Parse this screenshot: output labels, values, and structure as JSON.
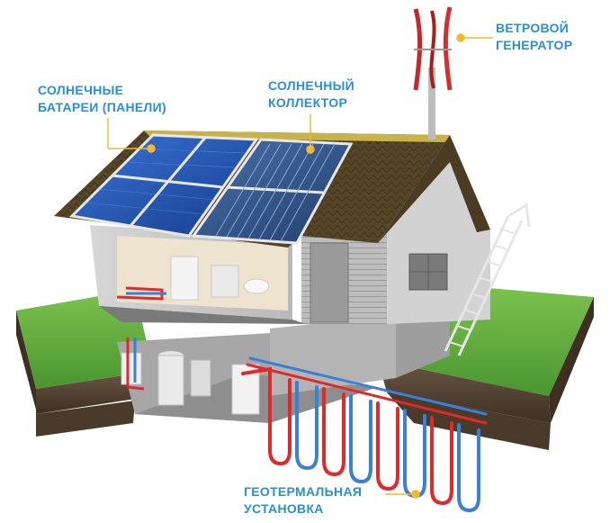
{
  "labels": {
    "wind": {
      "line1": "ВЕТРОВОЙ",
      "line2": "ГЕНЕРАТОР"
    },
    "panels": {
      "line1": "СОЛНЕЧНЫЕ",
      "line2": "БАТАРЕИ (ПАНЕЛИ)"
    },
    "collector": {
      "line1": "СОЛНЕЧНЫЙ",
      "line2": "КОЛЛЕКТОР"
    },
    "geo": {
      "line1": "ГЕОТЕРМАЛЬНАЯ",
      "line2": "УСТАНОВКА"
    }
  },
  "colors": {
    "label_text": "#2a8fd6",
    "callout_line": "#f2b830",
    "hot_pipe": "#e02a2a",
    "cold_pipe": "#3a7fd8",
    "grass": "#5aa83c",
    "soil": "#5b4a3a",
    "roof": "#5a4a2c",
    "wall": "#c9c9c9",
    "solar_panel": "#1e4fb0"
  }
}
